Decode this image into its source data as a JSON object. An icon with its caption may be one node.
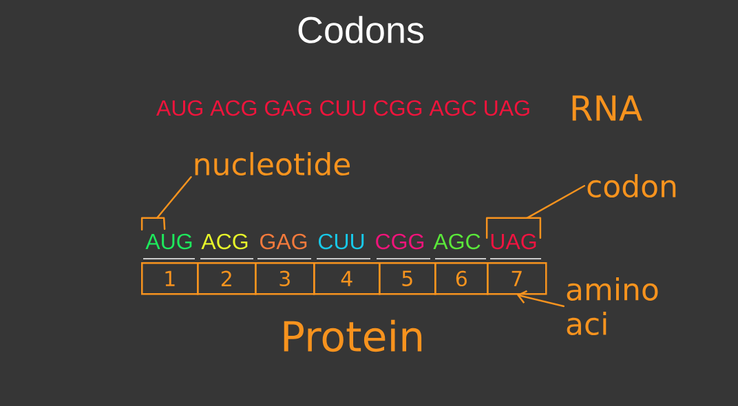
{
  "diagram": {
    "title": "Codons",
    "nodes": [
      {
        "text": [
          "nucleotide"
        ]
      },
      {
        "text": [
          "codon"
        ]
      },
      {
        "text": [
          "AUG"
        ]
      },
      {
        "text": [
          "ACG"
        ]
      },
      {
        "text": [
          "GAG"
        ]
      },
      {
        "text": [
          "CUU"
        ]
      },
      {
        "text": [
          "CGG"
        ]
      },
      {
        "text": [
          "AGC"
        ]
      },
      {
        "text": [
          "UAG"
        ]
      },
      {
        "text": [
          "1"
        ]
      },
      {
        "text": [
          "2"
        ]
      },
      {
        "text": [
          "3"
        ]
      },
      {
        "text": [
          "4"
        ]
      },
      {
        "text": [
          "5"
        ]
      },
      {
        "text": [
          "6"
        ]
      },
      {
        "text": [
          "7"
        ]
      },
      {
        "text": [
          "amino aci"
        ]
      }
    ],
    "edges": [
      {
        "from": 0,
        "to": 2,
        "arrow": "none"
      },
      {
        "from": 1,
        "to": 8,
        "arrow": "none"
      },
      {
        "from": 16,
        "to": 15,
        "arrow": "to"
      }
    ],
    "labels": [
      "AUG ACG GAG CUU CGG AGC UAG",
      "RNA",
      "Protein"
    ]
  }
}
